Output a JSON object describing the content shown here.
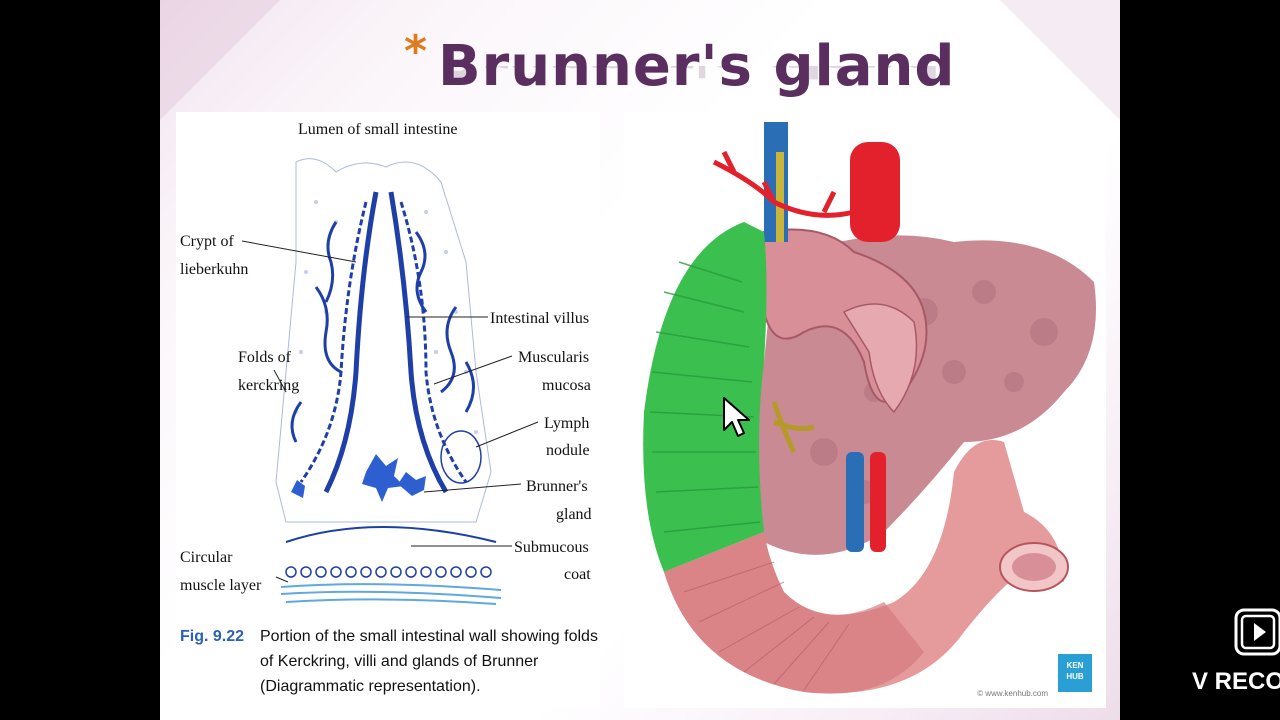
{
  "slide": {
    "title_bullet": "*",
    "title": "Brunner's gland"
  },
  "diagram": {
    "top_label": "Lumen of small intestine",
    "labels_left": {
      "crypt_line1": "Crypt of",
      "crypt_line2": "lieberkuhn",
      "folds_line1": "Folds of",
      "folds_line2": "kerckring",
      "circular_line1": "Circular",
      "circular_line2": "muscle layer"
    },
    "labels_right": {
      "villus": "Intestinal villus",
      "muscularis_line1": "Muscularis",
      "muscularis_line2": "mucosa",
      "lymph_line1": "Lymph",
      "lymph_line2": "nodule",
      "brunner_line1": "Brunner's",
      "brunner_line2": "gland",
      "submucous_line1": "Submucous",
      "submucous_line2": "coat"
    },
    "figure_number": "Fig. 9.22",
    "caption": "Portion of the small intestinal wall showing folds of Kerckring, villi and glands of Brunner (Diagrammatic representation)."
  },
  "illustration": {
    "logo_line1": "KEN",
    "logo_line2": "HUB",
    "credit": "© www.kenhub.com"
  },
  "recorder": {
    "label": "V RECO"
  },
  "colors": {
    "title": "#5a2e5e",
    "bullet": "#e07a1e",
    "diagram_blue": "#1f3fa8",
    "duodenum_green": "#3bbf4f",
    "pancreas": "#c98a93",
    "artery": "#e2212c",
    "vein": "#2a6fb5",
    "kenhub": "#2a9fd6"
  }
}
